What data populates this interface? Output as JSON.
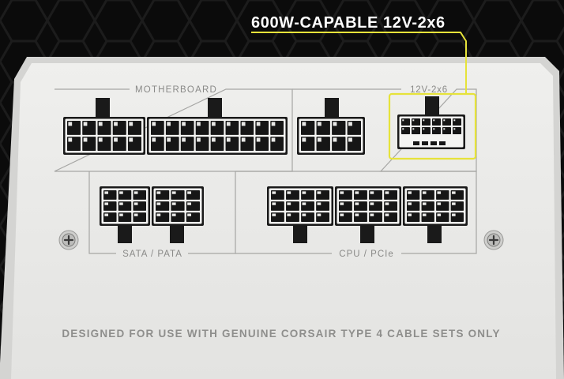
{
  "callout": {
    "label": "600W-CAPABLE 12V-2x6",
    "highlight_color": "#e6e33a"
  },
  "panel": {
    "color": "#e8e8e6",
    "groups": {
      "motherboard": "MOTHERBOARD",
      "connector_12v": "12V-2x6",
      "sata_pata": "SATA / PATA",
      "cpu_pcie": "CPU / PCIe"
    },
    "notice": "DESIGNED FOR USE WITH GENUINE CORSAIR TYPE 4 CABLE SETS ONLY"
  },
  "connectors": {
    "motherboard": [
      {
        "id": "mb-10pin",
        "cols": 5,
        "rows": 2
      },
      {
        "id": "mb-18pin",
        "cols": 9,
        "rows": 2
      }
    ],
    "cpu_top": {
      "id": "cpu-8pin-top",
      "cols": 4,
      "rows": 2
    },
    "v12_2x6": {
      "id": "12v-2x6",
      "cols": 6,
      "rows": 2
    },
    "sata_pata": [
      {
        "id": "sata-1",
        "cols": 3,
        "rows": 3
      },
      {
        "id": "sata-2",
        "cols": 3,
        "rows": 3
      }
    ],
    "cpu_pcie": [
      {
        "id": "pcie-1",
        "cols": 4,
        "rows": 3
      },
      {
        "id": "pcie-2",
        "cols": 4,
        "rows": 3
      },
      {
        "id": "pcie-3",
        "cols": 4,
        "rows": 3
      }
    ]
  },
  "icons": {
    "left_screw": "screw-icon",
    "right_screw": "screw-icon"
  }
}
